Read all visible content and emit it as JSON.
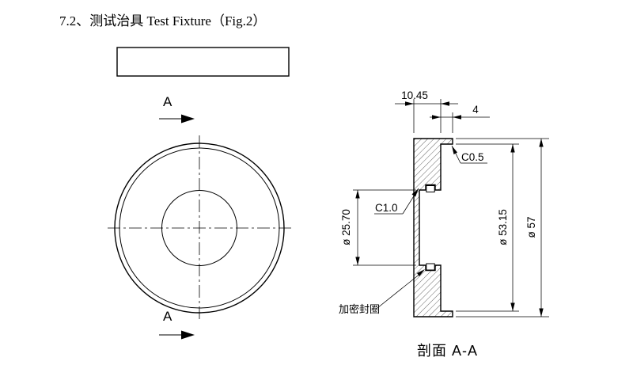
{
  "title": "7.2、测试治具 Test Fixture（Fig.2）",
  "front_view": {
    "section_label_top": "A",
    "section_label_bottom": "A"
  },
  "section_view": {
    "dim_width": "10.45",
    "dim_rim": "4",
    "chamfer_outer": "C0.5",
    "chamfer_inner": "C1.0",
    "dia_bore": "ø 25.70",
    "dia_recess": "ø 53.15",
    "dia_outer": "ø 57",
    "seal_label": "加密封圈",
    "caption": "剖面 A-A"
  },
  "colors": {
    "line": "#000000",
    "background": "#ffffff"
  }
}
